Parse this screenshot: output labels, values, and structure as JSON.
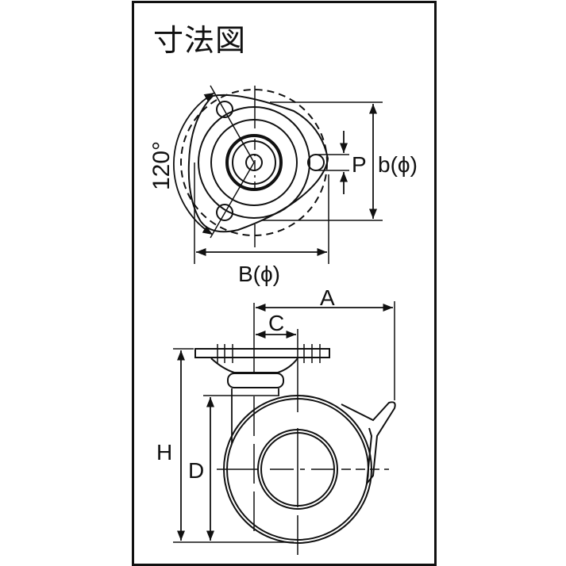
{
  "title": "寸法図",
  "top_view": {
    "angle_label": "120°",
    "labels": {
      "P": "P",
      "b": "b(ϕ)",
      "B": "B(ϕ)"
    }
  },
  "side_view": {
    "labels": {
      "A": "A",
      "C": "C",
      "H": "H",
      "D": "D"
    }
  },
  "colors": {
    "line": "#111111",
    "background": "#ffffff"
  }
}
